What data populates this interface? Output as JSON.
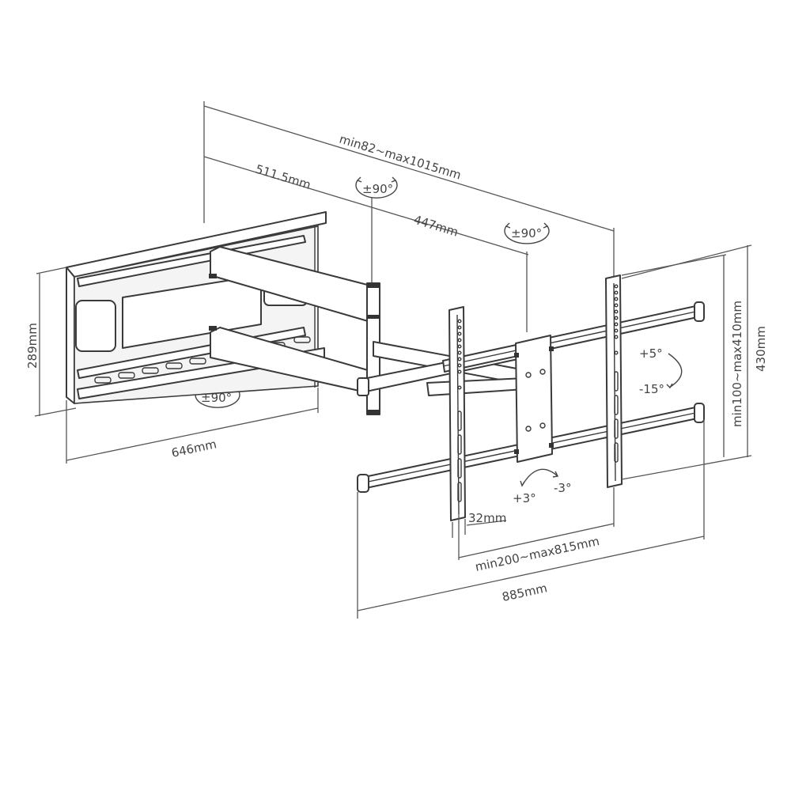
{
  "diagram": {
    "subject": "Full-motion TV wall mount dimension drawing",
    "colors": {
      "line": "#3a3a3a",
      "dimension": "#555555",
      "text": "#444444",
      "background": "#ffffff"
    },
    "dimensions": {
      "total_extension": "min82~max1015mm",
      "first_arm": "511.5mm",
      "second_arm": "447mm",
      "wall_plate_height": "289mm",
      "wall_plate_width": "646mm",
      "vertical_hole_spacing": "min100~max410mm",
      "bracket_height": "430mm",
      "horizontal_hole_spacing": "min200~max815mm",
      "rail_width": "885mm",
      "rail_thickness": "32mm"
    },
    "rotations": {
      "wall_pivot": "±90°",
      "middle_pivot": "±90°",
      "head_pivot": "±90°",
      "tilt_up": "+5°",
      "tilt_down": "-15°",
      "level_plus": "+3°",
      "level_minus": "-3°"
    }
  }
}
